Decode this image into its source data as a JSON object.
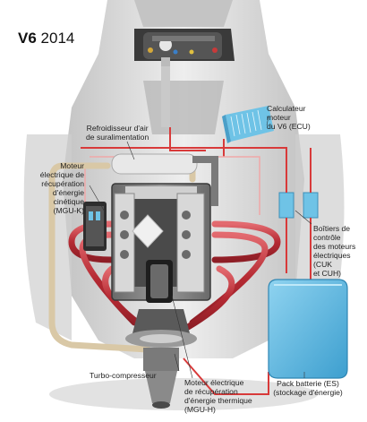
{
  "title": {
    "bold": "V6",
    "year": "2014"
  },
  "labels": {
    "intercooler": "Refroidisseur d'air\nde suralimentation",
    "ecu": "Calculateur\nmoteur\ndu V6 (ECU)",
    "mgu_k": "Moteur\nélectrique de\nrécupération\nd'énergie\ncinétique\n(MGU-K)",
    "controllers": "Boîtiers de\ncontrôle\ndes moteurs\nélectriques\n(CUK\net CUH)",
    "turbo": "Turbo-compresseur",
    "mgu_h": "Moteur électrique\nde récupération\nd'énergie thermique\n(MGU-H)",
    "battery": "Pack batterie (ES)\n(stockage d'énergie)"
  },
  "colors": {
    "exhaust_red": "#c8333a",
    "hot_pipe": "#e04848",
    "cool_pipe": "#d9c8a6",
    "electric_blue": "#6fc3e6",
    "battery_blue": "#5ab8e2",
    "engine_gray": "#5a5a5a",
    "chassis_gray": "#d6d6d6"
  }
}
